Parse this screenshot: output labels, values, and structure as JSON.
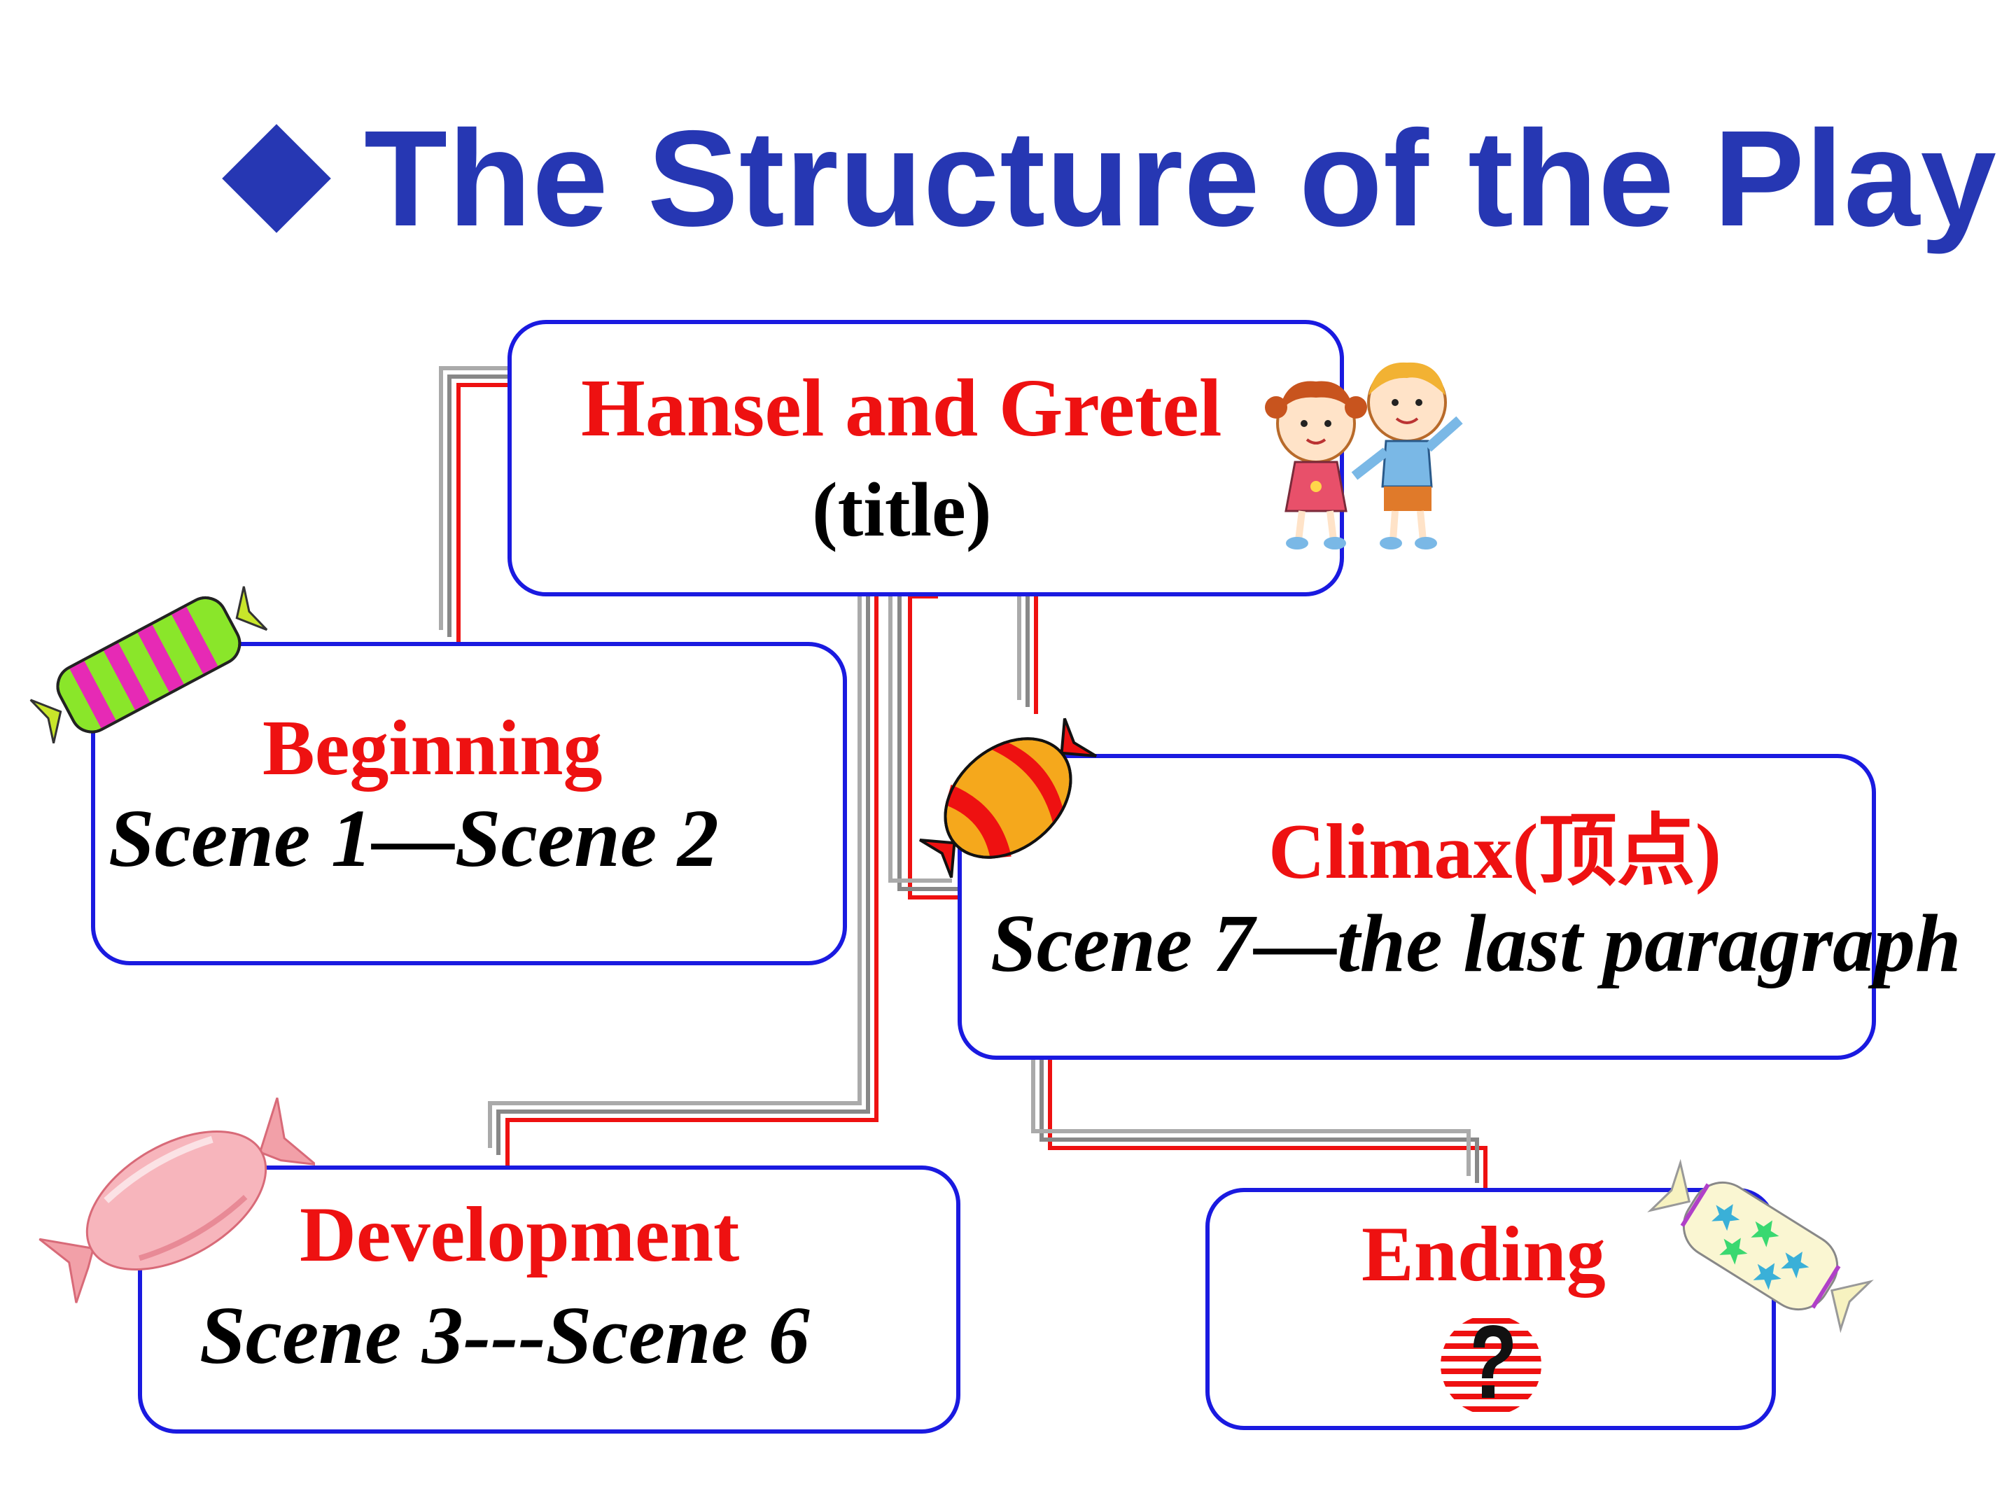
{
  "slide": {
    "heading": "The Structure of the Play",
    "colors": {
      "heading": "#2637b3",
      "box_border": "#1a1ae0",
      "label_red": "#ee1111",
      "connector_red": "#ee1111",
      "connector_gray": "#888888"
    }
  },
  "nodes": {
    "title_node": {
      "name": "Hansel and Gretel",
      "tag": "(title)"
    },
    "beginning": {
      "label": "Beginning",
      "range": "Scene 1—Scene 2"
    },
    "climax": {
      "label": "Climax(顶点)",
      "range": "Scene 7—the last paragraph"
    },
    "development": {
      "label": "Development",
      "range": "Scene 3---Scene 6"
    },
    "ending": {
      "label": "Ending",
      "icon": "question-mark-icon"
    }
  },
  "decorations": [
    "children-illustration",
    "striped-candy-icon",
    "red-orange-candy-icon",
    "pink-candy-icon",
    "star-candy-icon",
    "question-mark-icon"
  ]
}
